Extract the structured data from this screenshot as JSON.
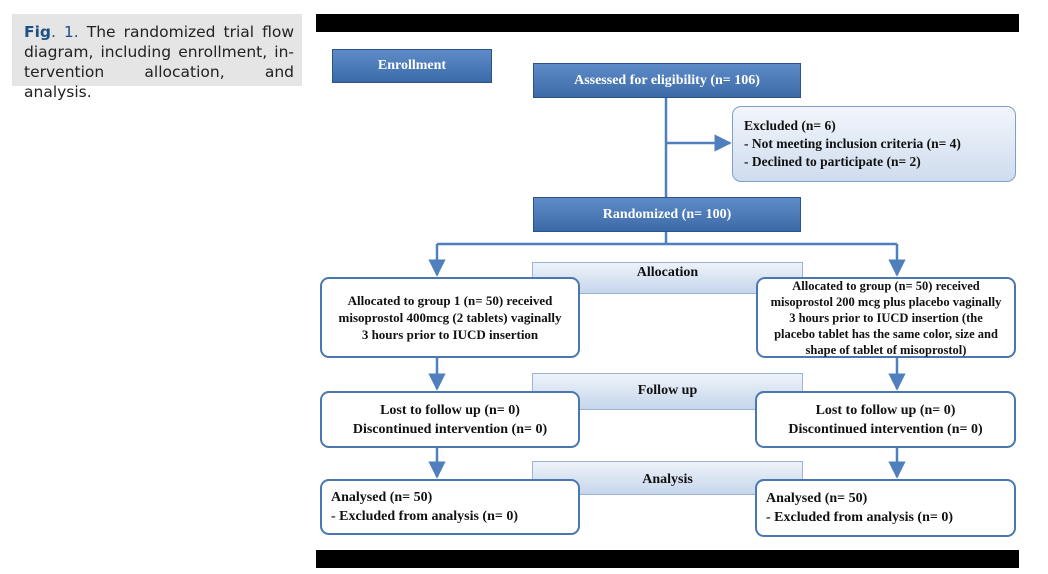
{
  "caption": {
    "label": "Fig",
    "number": ". 1.",
    "text": " The randomized trial flow diagram, including enrollment, in-tervention allocation, and analysis."
  },
  "colors": {
    "dark_fill": "#3b6aa8",
    "arrow": "#4f80bd",
    "band_fill": "#c6d6eb",
    "box_border": "#4a77b0"
  },
  "enrollment": {
    "label": "Enrollment"
  },
  "assessed": {
    "text": "Assessed for eligibility (n= 106)"
  },
  "excluded": {
    "title": "Excluded (n= 6)",
    "items": [
      "- Not meeting inclusion criteria (n= 4)",
      "- Declined to participate (n= 2)"
    ]
  },
  "randomized": {
    "text": "Randomized (n= 100)"
  },
  "stages": {
    "allocation": "Allocation",
    "follow_up": "Follow up",
    "analysis": "Analysis"
  },
  "group1": {
    "allocation": [
      "Allocated to group 1 (n= 50) received",
      "misoprostol 400mcg (2 tablets) vaginally",
      "3 hours prior to IUCD insertion"
    ],
    "follow_up": [
      "Lost to follow up (n= 0)",
      "Discontinued intervention (n= 0)"
    ],
    "analysis": [
      "Analysed (n= 50)",
      "- Excluded from analysis (n= 0)"
    ]
  },
  "group2": {
    "allocation": [
      "Allocated to group (n= 50) received",
      "misoprostol 200 mcg plus placebo vaginally",
      "3 hours prior to IUCD insertion (the",
      "placebo tablet has the same color, size and",
      "shape of tablet of misoprostol)"
    ],
    "follow_up": [
      "Lost to follow up (n= 0)",
      "Discontinued intervention (n= 0)"
    ],
    "analysis": [
      "Analysed (n= 50)",
      "- Excluded from analysis (n= 0)"
    ]
  }
}
